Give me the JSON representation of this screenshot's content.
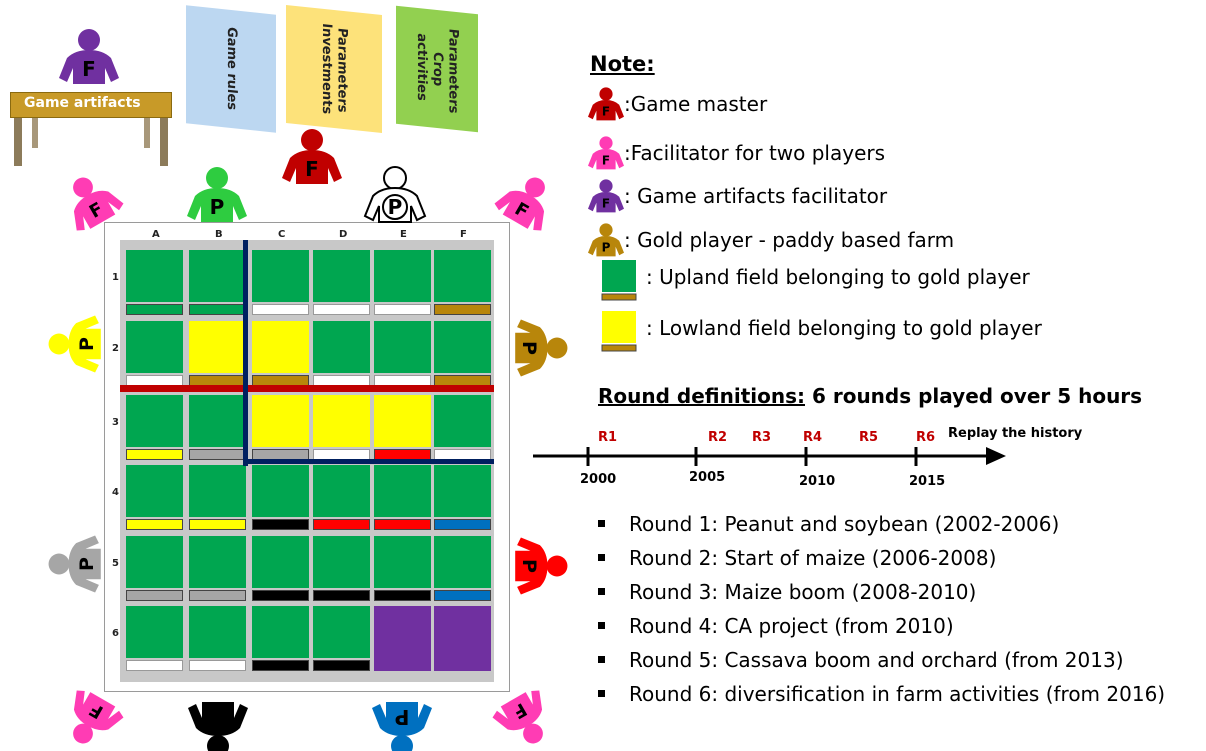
{
  "artifacts_table_label": "Game artifacts",
  "cards": [
    {
      "text": "Game rules",
      "color": "#bcd7f1"
    },
    {
      "text": "Parameters\nInvestments",
      "color": "#fde27a"
    },
    {
      "text": "Parameters\nCrop\nactivities",
      "color": "#92d050"
    }
  ],
  "columns": [
    "A",
    "B",
    "C",
    "D",
    "E",
    "F"
  ],
  "rows": [
    "1",
    "2",
    "3",
    "4",
    "5",
    "6"
  ],
  "colors": {
    "green": "#00a650",
    "yellow": "#ffff00",
    "purple": "#7030a0",
    "gold": "#b8860b",
    "red": "#ff0000",
    "gray": "#a6a6a6",
    "black": "#000000",
    "blue": "#0070c0",
    "white": "#ffffff",
    "pink": "#ff3cb4",
    "darkred": "#c00000",
    "violet": "#7030a0",
    "bright_green": "#2ecc40",
    "river": "#c00000",
    "road": "#002060"
  },
  "grid": {
    "fields": [
      [
        "green",
        "green",
        "green",
        "green",
        "green",
        "green"
      ],
      [
        "green",
        "yellow",
        "yellow",
        "green",
        "green",
        "green"
      ],
      [
        "green",
        "green",
        "yellow",
        "yellow",
        "yellow",
        "green"
      ],
      [
        "green",
        "green",
        "green",
        "green",
        "green",
        "green"
      ],
      [
        "green",
        "green",
        "green",
        "green",
        "green",
        "green"
      ],
      [
        "green",
        "green",
        "green",
        "green",
        "purple",
        "purple"
      ]
    ],
    "owners": [
      [
        "green",
        "green",
        "white",
        "white",
        "white",
        "gold"
      ],
      [
        "white",
        "gold",
        "gold",
        "white",
        "white",
        "gold"
      ],
      [
        "yellow",
        "gray",
        "gray",
        "white",
        "red",
        "white"
      ],
      [
        "yellow",
        "yellow",
        "black",
        "red",
        "red",
        "blue"
      ],
      [
        "gray",
        "gray",
        "black",
        "black",
        "black",
        "blue"
      ],
      [
        "white",
        "white",
        "black",
        "black",
        "none",
        "none"
      ]
    ]
  },
  "players": [
    {
      "letter": "F",
      "color": "violet",
      "role": "artifacts"
    },
    {
      "letter": "F",
      "color": "darkred",
      "role": "master"
    },
    {
      "letter": "P",
      "color": "bright_green"
    },
    {
      "letter": "P",
      "color": "white"
    },
    {
      "letter": "F",
      "color": "pink"
    },
    {
      "letter": "P",
      "color": "yellow"
    },
    {
      "letter": "P",
      "color": "gold"
    },
    {
      "letter": "P",
      "color": "gray"
    },
    {
      "letter": "P",
      "color": "red"
    },
    {
      "letter": "P",
      "color": "black"
    },
    {
      "letter": "P",
      "color": "blue"
    }
  ],
  "note": {
    "title": "Note:",
    "items": [
      {
        "icon": "game-master-icon",
        "letter": "F",
        "color": "#c00000",
        "text": ":Game master"
      },
      {
        "icon": "facilitator-icon",
        "letter": "F",
        "color": "#ff3cb4",
        "text": ":Facilitator for two players"
      },
      {
        "icon": "artifacts-facilitator-icon",
        "letter": "F",
        "color": "#7030a0",
        "text": ": Game artifacts facilitator"
      },
      {
        "icon": "gold-player-icon",
        "letter": "P",
        "color": "#b8860b",
        "text": ": Gold player - paddy based farm"
      },
      {
        "icon": "upland-field-icon",
        "text": ": Upland field belonging to gold player"
      },
      {
        "icon": "lowland-field-icon",
        "text": ": Lowland field belonging to gold player"
      }
    ]
  },
  "rounds": {
    "title": "Round definitions:",
    "title_rest": " 6 rounds played over 5 hours",
    "timeline_labels": [
      "R1",
      "R2",
      "R3",
      "R4",
      "R5",
      "R6"
    ],
    "replay": "Replay the history",
    "years": [
      "2000",
      "2005",
      "2010",
      "2015"
    ],
    "bullets": [
      "Round 1: Peanut and soybean (2002-2006)",
      "Round 2: Start of maize (2006-2008)",
      "Round 3: Maize boom (2008-2010)",
      "Round 4: CA project (from 2010)",
      "Round 5: Cassava boom and orchard (from 2013)",
      "Round 6: diversification in farm activities (from 2016)"
    ]
  }
}
